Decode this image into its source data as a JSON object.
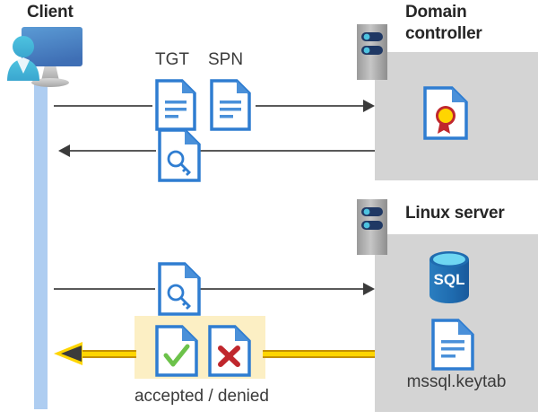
{
  "diagram": {
    "title": "Kerberos authentication flow between client, domain controller and Linux server",
    "client": {
      "title": "Client",
      "icon": "client-computer-icon",
      "lifeline_color": "#aecdf1"
    },
    "domain_controller": {
      "title": "Domain controller",
      "server_icon": "server-rack-icon",
      "zone_color": "#d4d4d4",
      "contents": [
        {
          "icon": "certificate-document-icon",
          "label": ""
        }
      ]
    },
    "linux_server": {
      "title": "Linux server",
      "server_icon": "server-rack-icon",
      "zone_color": "#d4d4d4",
      "contents": [
        {
          "icon": "sql-database-icon",
          "label": "SQL"
        },
        {
          "icon": "keytab-document-icon",
          "label": "mssql.keytab"
        }
      ]
    },
    "labels": {
      "tgt": "TGT",
      "spn": "SPN",
      "keytab_file": "mssql.keytab",
      "sql_badge": "SQL",
      "accepted_denied": "accepted / denied"
    },
    "flows": [
      {
        "id": "request",
        "direction": "client-to-domain-controller",
        "icons": [
          "document-icon",
          "document-icon"
        ],
        "labels": [
          "TGT",
          "SPN"
        ],
        "color": "#595959"
      },
      {
        "id": "ticket-issued",
        "direction": "domain-controller-to-client",
        "icons": [
          "key-document-icon"
        ],
        "labels": [],
        "color": "#595959"
      },
      {
        "id": "service-ticket",
        "direction": "client-to-linux-server",
        "icons": [
          "key-document-icon"
        ],
        "labels": [],
        "color": "#595959"
      },
      {
        "id": "auth-result",
        "direction": "linux-server-to-client",
        "icons": [
          "document-accepted-icon",
          "document-denied-icon"
        ],
        "labels": [
          "accepted / denied"
        ],
        "color": "#ffd500",
        "highlight_color": "#fcefc4"
      }
    ],
    "colors": {
      "accent_blue": "#2f7dd1",
      "doc_border": "#2f7dd1",
      "zone_gray": "#d4d4d4",
      "line_gray": "#595959",
      "arrow_yellow": "#ffd500",
      "arrow_yellow_border": "#c49000",
      "highlight_yellow": "#fcefc4",
      "accept_green": "#6cc24a",
      "deny_red": "#c0272d",
      "sql_blue": "#1f6cb0",
      "title_text": "#262626",
      "body_text": "#3b3b3b"
    }
  }
}
